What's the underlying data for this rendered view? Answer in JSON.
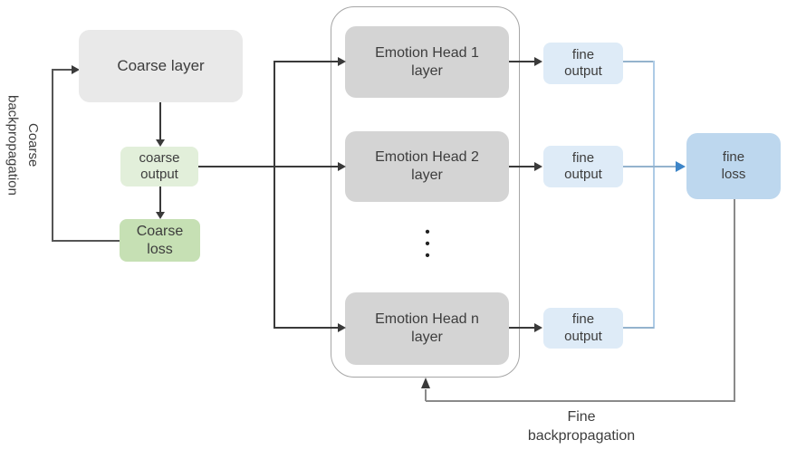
{
  "labels": {
    "coarse_backprop": "Coarse\nbackpropagation",
    "fine_backprop": "Fine\nbackpropagation",
    "ellipsis": "•\n•\n•"
  },
  "nodes": {
    "coarse_layer": "Coarse layer",
    "coarse_output": "coarse\noutput",
    "coarse_loss": "Coarse\nloss",
    "emotion_head_1": "Emotion Head 1\nlayer",
    "emotion_head_2": "Emotion Head 2\nlayer",
    "emotion_head_n": "Emotion Head n\nlayer",
    "fine_output_1": "fine\noutput",
    "fine_output_2": "fine\noutput",
    "fine_output_n": "fine\noutput",
    "fine_loss": "fine\nloss"
  },
  "colors": {
    "coarse_layer_bg": "#e9e9e9",
    "emotion_head_bg": "#d4d4d4",
    "coarse_output_bg": "#e2efda",
    "coarse_loss_bg": "#c6e0b4",
    "fine_output_bg": "#deebf7",
    "fine_loss_bg": "#bdd7ee",
    "container_border": "#a6a6a6",
    "dark_line": "#3a3a3a",
    "gray_line_dark": "#555555",
    "gray_line_light": "#8a8a8a",
    "blue_line": "#94b3cd",
    "blue_line_light": "#aecbe6",
    "blue_arrow": "#3d85c8",
    "text": "#3d3d3d"
  }
}
